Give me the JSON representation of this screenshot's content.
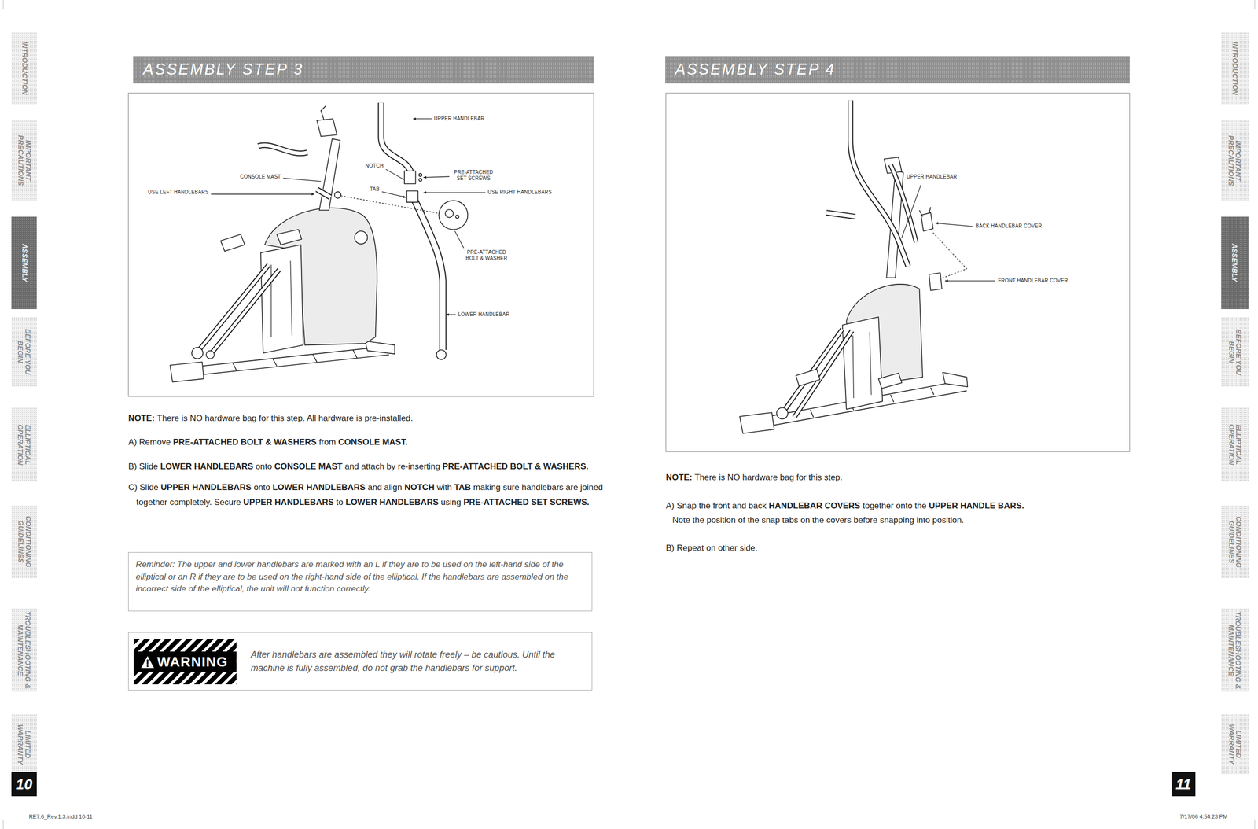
{
  "diagram": {
    "nodes": [
      {
        "text": [
          "INTRODUCTION"
        ]
      },
      {
        "text": [
          "IMPORTANT PRECAUTIONS"
        ]
      },
      {
        "text": [
          "ASSEMBLY"
        ]
      },
      {
        "text": [
          "BEFORE YOU BEGIN"
        ]
      },
      {
        "text": [
          "ELLIPTICAL OPERATION"
        ]
      },
      {
        "text": [
          "CONDITIONING GUIDELINES"
        ]
      },
      {
        "text": [
          "TROUBLESHOOTING & MAINTENANCE"
        ]
      },
      {
        "text": [
          "LIMITED WARRANTY"
        ]
      },
      {
        "text": [
          "10"
        ]
      },
      {
        "text": [
          "ASSEMBLY STEP 3"
        ]
      },
      {
        "text": [
          "Reminder: The upper and lower handlebars are marked with an L if they are to be used on the left-hand side of the elliptical or an R if they are to be used on the right-hand side of the elliptical. If the handlebars are assembled on the incorrect side of the elliptical, the unit will not function correctly."
        ]
      },
      {
        "text": [
          "After handlebars are assembled they will rotate freely – be cautious. Until the machine is fully assembled, do not grab the handlebars for support."
        ]
      },
      {
        "text": [
          "WARNING"
        ],
        "in": 11
      },
      {
        "text": [
          "ASSEMBLY STEP 4"
        ]
      },
      {
        "text": [
          "INTRODUCTION"
        ]
      },
      {
        "text": [
          "IMPORTANT PRECAUTIONS"
        ]
      },
      {
        "text": [
          "ASSEMBLY"
        ]
      },
      {
        "text": [
          "BEFORE YOU BEGIN"
        ]
      },
      {
        "text": [
          "ELLIPTICAL OPERATION"
        ]
      },
      {
        "text": [
          "CONDITIONING GUIDELINES"
        ]
      },
      {
        "text": [
          "TROUBLESHOOTING & MAINTENANCE"
        ]
      },
      {
        "text": [
          "LIMITED WARRANTY"
        ]
      },
      {
        "text": [
          "11"
        ]
      }
    ],
    "labels": [
      "NOTE:",
      "There is NO hardware bag for this step. All hardware is pre-installed.",
      "A) Remove",
      "PRE-ATTACHED BOLT & WASHERS",
      "from",
      "CONSOLE MAST.",
      "B) Slide",
      "LOWER HANDLEBARS",
      "onto",
      "CONSOLE MAST",
      "and attach by re-inserting",
      "PRE-ATTACHED BOLT & WASHERS.",
      "C) Slide",
      "UPPER HANDLEBARS",
      "onto",
      "LOWER HANDLEBARS",
      "and align",
      "NOTCH",
      "with",
      "TAB",
      "making sure handlebars are joined together completely. Secure",
      "UPPER HANDLEBARS",
      "to",
      "LOWER HANDLEBARS",
      "using",
      "PRE-ATTACHED SET SCREWS.",
      "NOTE:",
      "There is NO hardware bag for this step.",
      "A) Snap the front and back",
      "HANDLEBAR COVERS",
      "together onto the",
      "UPPER HANDLE BARS.",
      "Note the position of the snap tabs on the covers before snapping into position.",
      "B) Repeat on other side.",
      "UPPER HANDLEBAR",
      "NOTCH",
      "PRE-ATTACHED SET SCREWS",
      "CONSOLE MAST",
      "USE LEFT HANDLEBARS",
      "TAB",
      "USE RIGHT HANDLEBARS",
      "PRE-ATTACHED BOLT & WASHER",
      "LOWER HANDLEBAR",
      "UPPER HANDLEBAR",
      "BACK HANDLEBAR COVER",
      "FRONT HANDLEBAR COVER",
      "RE7.6_Rev.1.3.indd 10-11",
      "7/17/06 4:54:23 PM"
    ]
  }
}
